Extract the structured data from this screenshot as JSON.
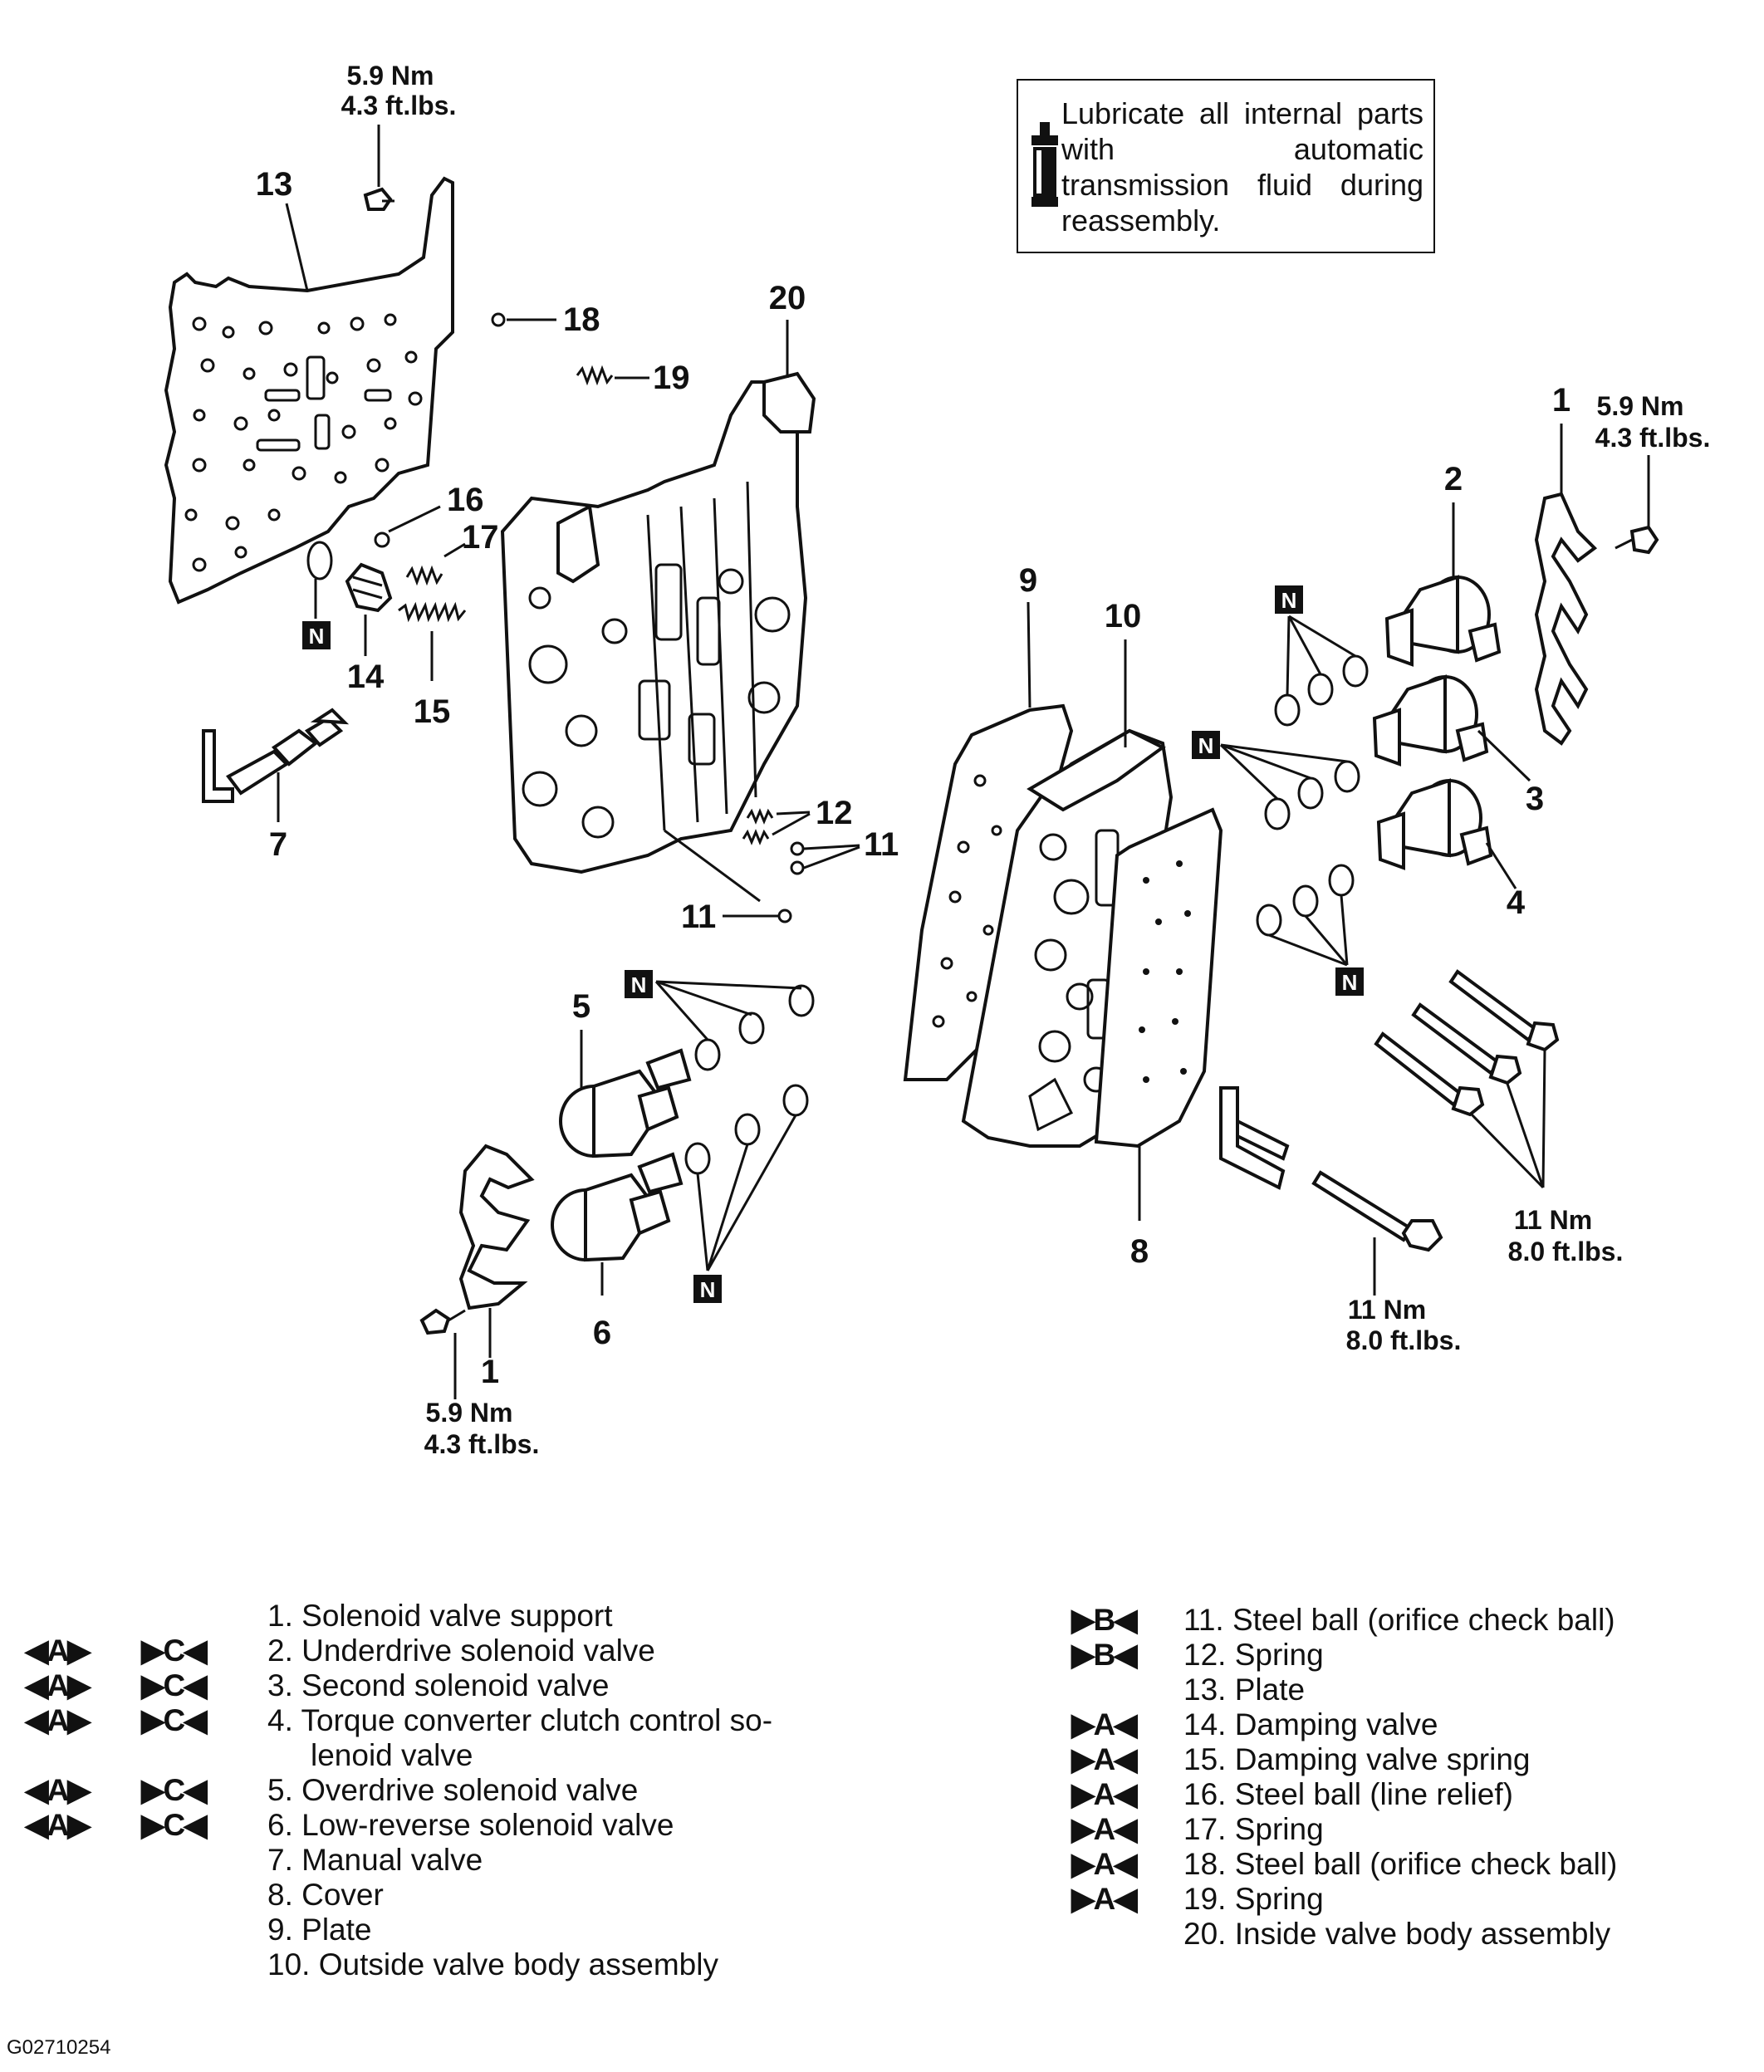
{
  "note": {
    "text": "Lubricate all internal parts with automatic transmission fluid during reassembly."
  },
  "callouts": {
    "n1_top": "1",
    "n1_bottom": "1",
    "n2": "2",
    "n3": "3",
    "n4": "4",
    "n5": "5",
    "n6": "6",
    "n7": "7",
    "n8": "8",
    "n9": "9",
    "n10": "10",
    "n11_a": "11",
    "n11_b": "11",
    "n12": "12",
    "n13": "13",
    "n14": "14",
    "n15": "15",
    "n16": "16",
    "n17": "17",
    "n18": "18",
    "n19": "19",
    "n20": "20",
    "n_marker": "N"
  },
  "torques": {
    "top_left_nm": "5.9 Nm",
    "top_left_ft": "4.3 ft.lbs.",
    "top_right_nm": "5.9 Nm",
    "top_right_ft": "4.3 ft.lbs.",
    "bottom_left_nm": "5.9 Nm",
    "bottom_left_ft": "4.3 ft.lbs.",
    "bottom_mid_nm": "11 Nm",
    "bottom_mid_ft": "8.0 ft.lbs.",
    "bottom_right_nm": "11 Nm",
    "bottom_right_ft": "8.0 ft.lbs."
  },
  "legend_left": [
    {
      "m1": "",
      "m2": "",
      "text": "1. Solenoid valve support"
    },
    {
      "m1": "◀A▶",
      "m2": "▶C◀",
      "text": "2. Underdrive solenoid valve"
    },
    {
      "m1": "◀A▶",
      "m2": "▶C◀",
      "text": "3. Second solenoid valve"
    },
    {
      "m1": "◀A▶",
      "m2": "▶C◀",
      "text": "4. Torque converter clutch control so-"
    },
    {
      "m1": "",
      "m2": "",
      "text": "lenoid valve",
      "cont": true
    },
    {
      "m1": "◀A▶",
      "m2": "▶C◀",
      "text": "5. Overdrive solenoid valve"
    },
    {
      "m1": "◀A▶",
      "m2": "▶C◀",
      "text": "6. Low-reverse solenoid valve"
    },
    {
      "m1": "",
      "m2": "",
      "text": "7. Manual valve"
    },
    {
      "m1": "",
      "m2": "",
      "text": "8. Cover"
    },
    {
      "m1": "",
      "m2": "",
      "text": "9. Plate"
    },
    {
      "m1": "",
      "m2": "",
      "text": "10. Outside valve body assembly"
    }
  ],
  "legend_right": [
    {
      "m": "▶B◀",
      "text": "11. Steel ball (orifice check ball)"
    },
    {
      "m": "▶B◀",
      "text": "12. Spring"
    },
    {
      "m": "",
      "text": "13. Plate"
    },
    {
      "m": "▶A◀",
      "text": "14. Damping valve"
    },
    {
      "m": "▶A◀",
      "text": "15. Damping valve spring"
    },
    {
      "m": "▶A◀",
      "text": "16. Steel ball (line relief)"
    },
    {
      "m": "▶A◀",
      "text": "17. Spring"
    },
    {
      "m": "▶A◀",
      "text": "18. Steel ball (orifice check ball)"
    },
    {
      "m": "▶A◀",
      "text": "19. Spring"
    },
    {
      "m": "",
      "text": "20. Inside valve body assembly"
    }
  ],
  "figure_code": "G02710254"
}
